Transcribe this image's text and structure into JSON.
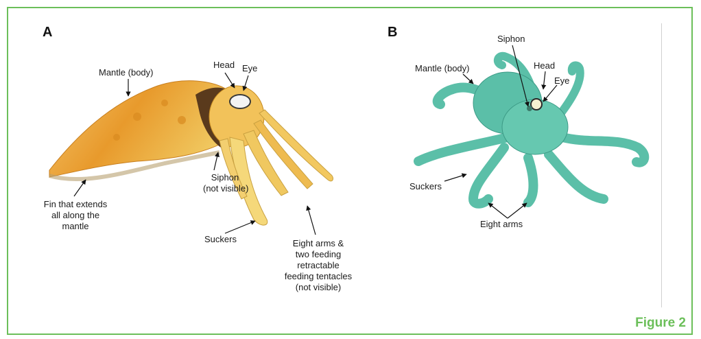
{
  "panel_a": {
    "letter": "A",
    "labels": {
      "mantle": "Mantle (body)",
      "head": "Head",
      "eye": "Eye",
      "siphon_1": "Siphon",
      "siphon_2": "(not visible)",
      "fin_1": "Fin that extends",
      "fin_2": "all along the",
      "fin_3": "mantle",
      "suckers": "Suckers",
      "arms_1": "Eight arms &",
      "arms_2": "two feeding",
      "arms_3": "retractable",
      "arms_4": "feeding tentacles",
      "arms_5": "(not visible)"
    }
  },
  "panel_b": {
    "letter": "B",
    "labels": {
      "siphon": "Siphon",
      "mantle": "Mantle (body)",
      "head": "Head",
      "eye": "Eye",
      "suckers": "Suckers",
      "arms": "Eight arms"
    }
  },
  "figure_label": "Figure 2",
  "colors": {
    "border": "#6bbf59",
    "cuttlefish": "#e8a838",
    "octopus": "#5bbfa8"
  }
}
